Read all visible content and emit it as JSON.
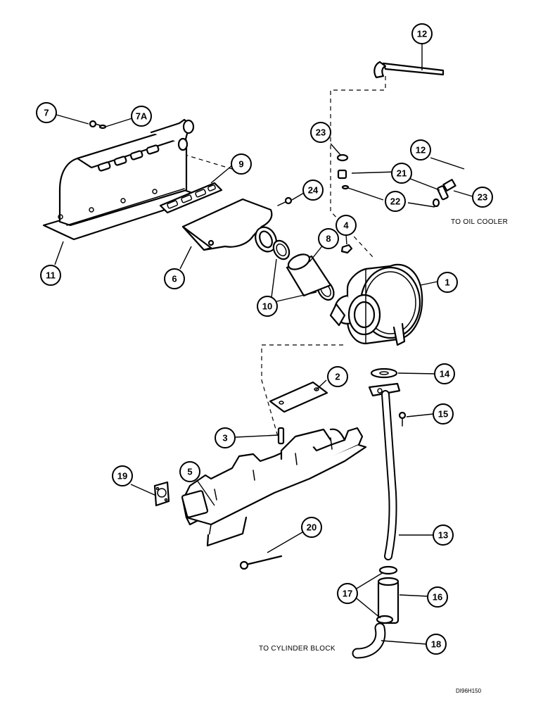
{
  "callouts": {
    "c1": "1",
    "c2": "2",
    "c3": "3",
    "c4": "4",
    "c5": "5",
    "c6": "6",
    "c7": "7",
    "c7a": "7A",
    "c8": "8",
    "c9": "9",
    "c10": "10",
    "c11": "11",
    "c12a": "12",
    "c12b": "12",
    "c13": "13",
    "c14": "14",
    "c15": "15",
    "c16": "16",
    "c17": "17",
    "c18": "18",
    "c19": "19",
    "c20": "20",
    "c21": "21",
    "c22": "22",
    "c23a": "23",
    "c23b": "23",
    "c24": "24"
  },
  "notes": {
    "oil_cooler": "TO OIL COOLER",
    "cylinder_block": "TO CYLINDER BLOCK",
    "figure_ref": "DI96H150"
  }
}
